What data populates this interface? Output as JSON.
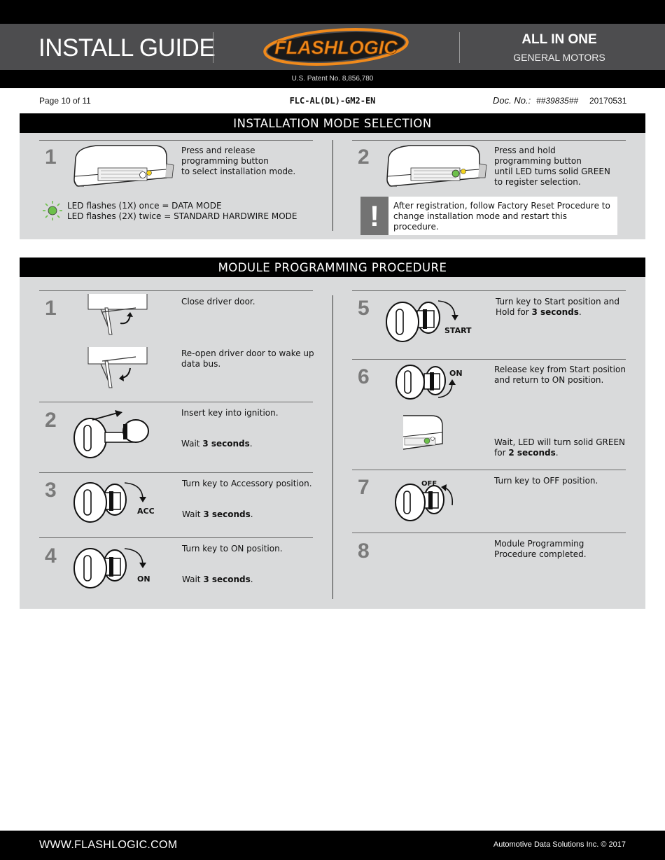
{
  "header": {
    "title": "INSTALL GUIDE",
    "logo_text": "FLASHLOGIC",
    "product": "ALL IN ONE",
    "make": "GENERAL MOTORS",
    "patent": "U.S. Patent No. 8,856,780"
  },
  "meta": {
    "page": "Page 10 of 11",
    "code": "FLC-AL(DL)-GM2-EN",
    "doc_label": "Doc. No.:",
    "doc_no": "##39835##",
    "date": "20170531"
  },
  "install": {
    "title": "INSTALLATION MODE SELECTION",
    "step1": {
      "num": "1",
      "text": [
        "Press and release",
        "programming button",
        "to select installation mode."
      ]
    },
    "led": [
      "LED flashes (1X) once = DATA MODE",
      "LED flashes (2X) twice = STANDARD HARDWIRE MODE"
    ],
    "step2": {
      "num": "2",
      "text": [
        "Press and hold",
        "programming button",
        "until LED turns solid GREEN",
        "to register selection."
      ]
    },
    "warning": {
      "icon": "!",
      "text": [
        "After registration, follow Factory Reset Procedure to",
        "change installation mode and restart this procedure."
      ]
    }
  },
  "programming": {
    "title": "MODULE PROGRAMMING PROCEDURE",
    "s1": {
      "num": "1",
      "a": "Close driver door.",
      "b": [
        "Re-open driver door to wake up",
        "data bus."
      ]
    },
    "s2": {
      "num": "2",
      "a": "Insert key into ignition.",
      "wait": "Wait ",
      "secs": "3 seconds",
      "dot": "."
    },
    "s3": {
      "num": "3",
      "a": "Turn key to Accessory position.",
      "wait": "Wait ",
      "secs": "3 seconds",
      "dot": ".",
      "label": "ACC"
    },
    "s4": {
      "num": "4",
      "a": "Turn key to ON position.",
      "wait": "Wait ",
      "secs": "3 seconds",
      "dot": ".",
      "label": "ON"
    },
    "s5": {
      "num": "5",
      "a": "Turn key to Start position and",
      "b": "Hold for ",
      "secs": "3 seconds",
      "dot": ".",
      "label": "START"
    },
    "s6": {
      "num": "6",
      "a": [
        "Release key from Start position",
        "and return to ON position."
      ],
      "c": "Wait, LED will turn solid GREEN",
      "d": "for ",
      "secs": "2 seconds",
      "dot": ".",
      "label": "ON"
    },
    "s7": {
      "num": "7",
      "a": "Turn key to OFF position.",
      "label": "OFF"
    },
    "s8": {
      "num": "8",
      "a": [
        "Module Programming",
        "Procedure completed."
      ]
    }
  },
  "footer": {
    "website": "WWW.FLASHLOGIC.COM",
    "copyright": "Automotive Data Solutions Inc. © 2017"
  },
  "colors": {
    "panel": "#d9dadb",
    "led_green": "#6cc04a",
    "logo_orange": "#f08a1c"
  }
}
